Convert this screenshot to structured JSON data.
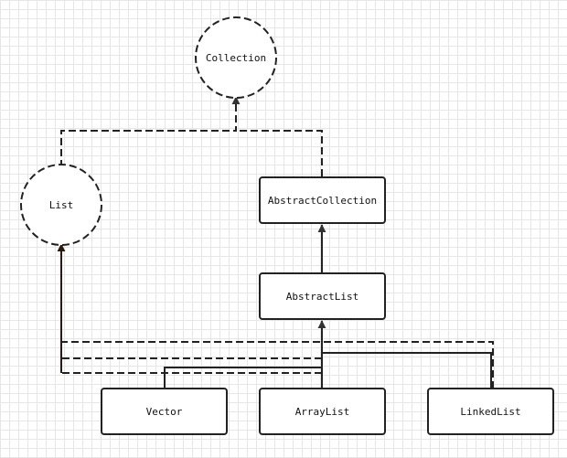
{
  "diagram": {
    "nodes": {
      "collection": {
        "label": "Collection",
        "kind": "interface"
      },
      "list": {
        "label": "List",
        "kind": "interface"
      },
      "abstract_collection": {
        "label": "AbstractCollection",
        "kind": "class"
      },
      "abstract_list": {
        "label": "AbstractList",
        "kind": "class"
      },
      "vector": {
        "label": "Vector",
        "kind": "class"
      },
      "array_list": {
        "label": "ArrayList",
        "kind": "class"
      },
      "linked_list": {
        "label": "LinkedList",
        "kind": "class"
      }
    },
    "relations": [
      {
        "from": "list",
        "to": "collection",
        "type": "implements"
      },
      {
        "from": "abstract_collection",
        "to": "collection",
        "type": "implements"
      },
      {
        "from": "abstract_list",
        "to": "abstract_collection",
        "type": "extends"
      },
      {
        "from": "vector",
        "to": "abstract_list",
        "type": "extends"
      },
      {
        "from": "array_list",
        "to": "abstract_list",
        "type": "extends"
      },
      {
        "from": "linked_list",
        "to": "abstract_list",
        "type": "extends"
      },
      {
        "from": "vector",
        "to": "list",
        "type": "implements"
      },
      {
        "from": "array_list",
        "to": "list",
        "type": "implements"
      },
      {
        "from": "linked_list",
        "to": "list",
        "type": "implements"
      }
    ]
  }
}
